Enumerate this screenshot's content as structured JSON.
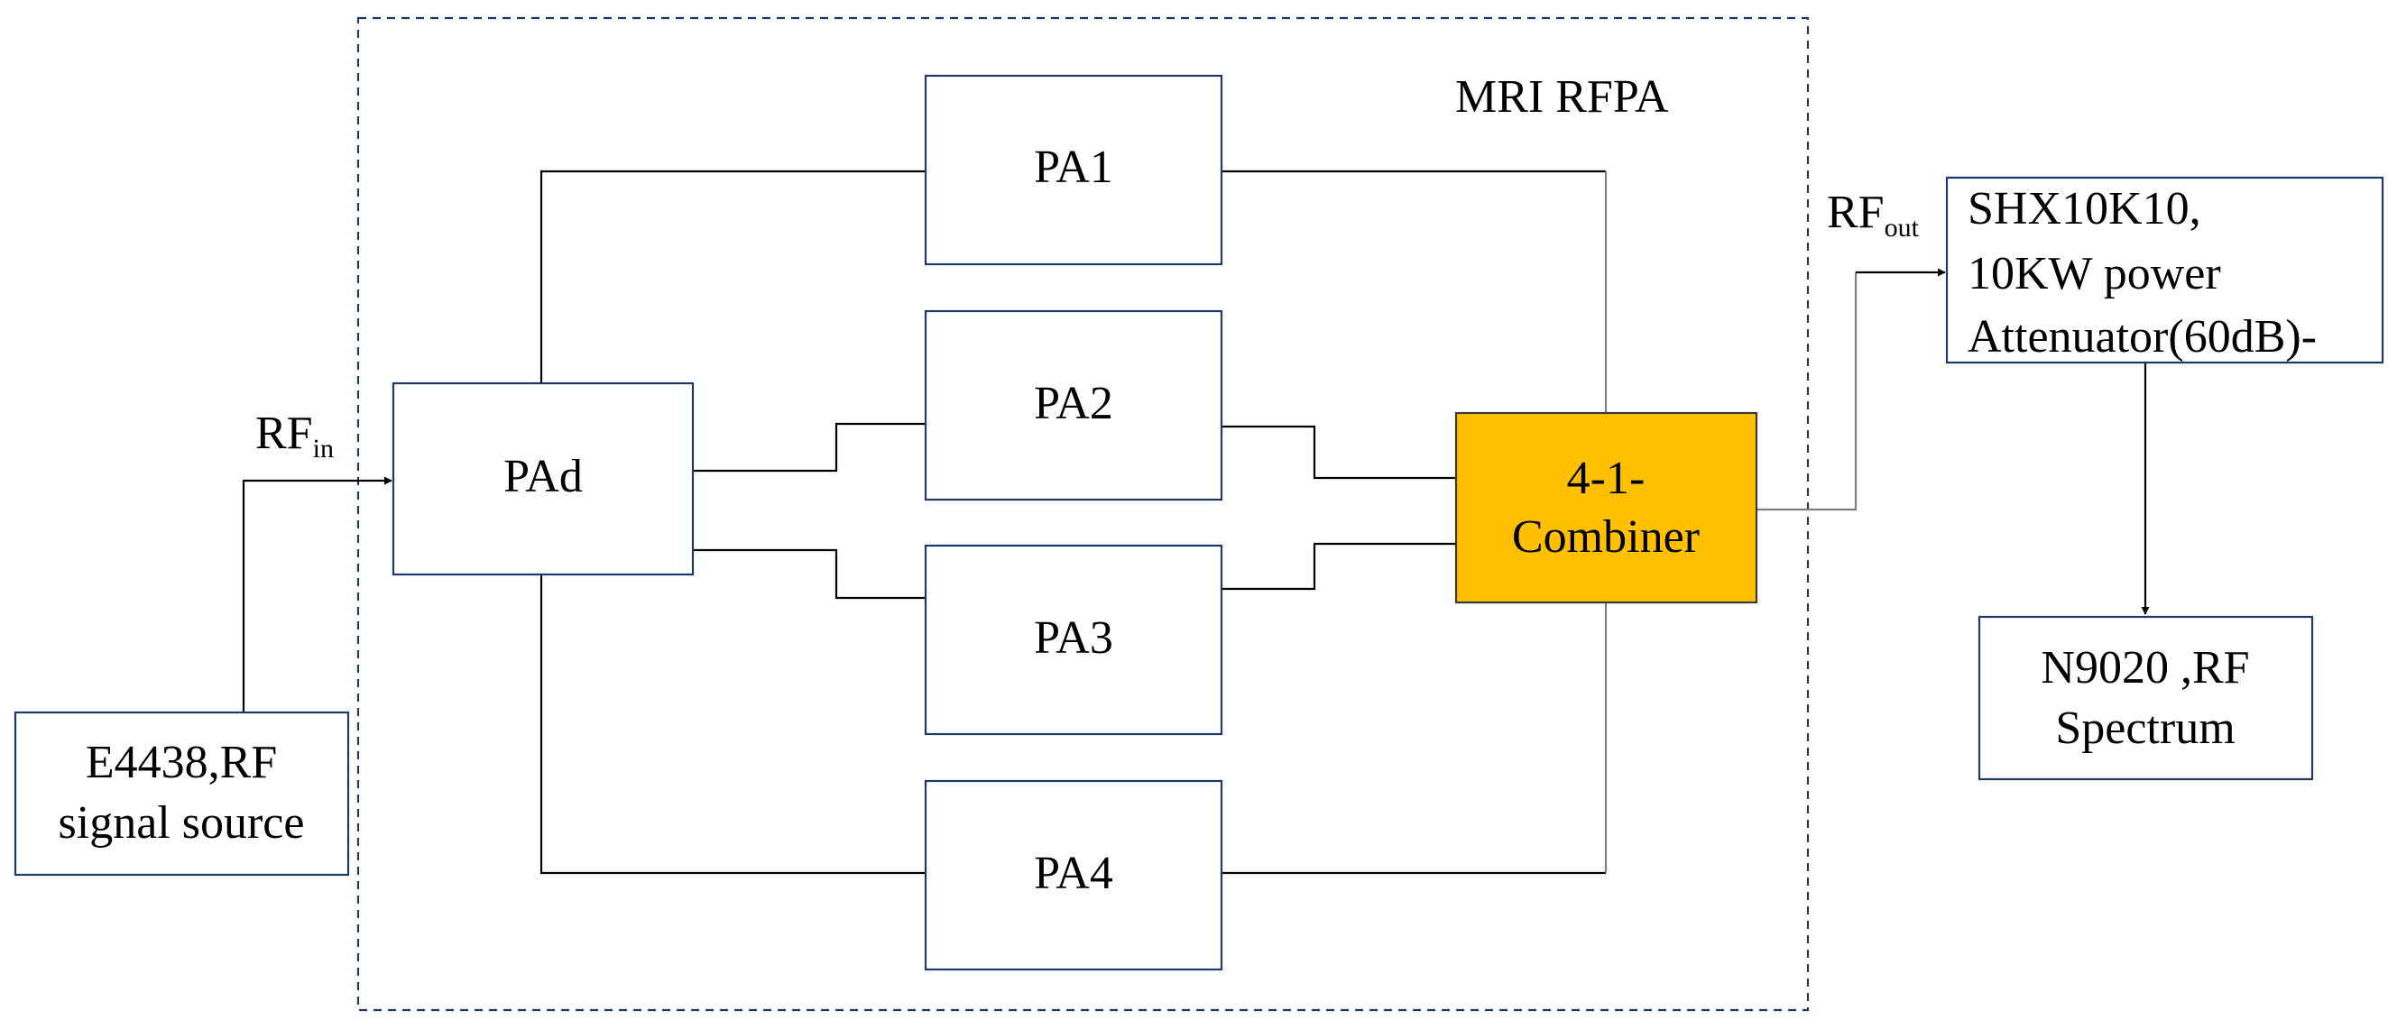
{
  "frame": {
    "label": "MRI RFPA"
  },
  "blocks": {
    "source": {
      "line1": "E4438,RF",
      "line2": "signal source"
    },
    "driver": {
      "label": "PAd"
    },
    "pa1": {
      "label": "PA1"
    },
    "pa2": {
      "label": "PA2"
    },
    "pa3": {
      "label": "PA3"
    },
    "pa4": {
      "label": "PA4"
    },
    "combiner": {
      "line1": "4-1-",
      "line2": "Combiner"
    },
    "attenuator": {
      "line1": "SHX10K10,",
      "line2": "10KW power",
      "line3": "Attenuator(60dB)-"
    },
    "analyzer": {
      "line1": "N9020 ,RF",
      "line2": "Spectrum"
    }
  },
  "signals": {
    "rf_in": {
      "base": "RF",
      "sub": "in"
    },
    "rf_out": {
      "base": "RF",
      "sub": "out"
    }
  },
  "colors": {
    "combiner_fill": "#FFC000",
    "box_stroke": "#1F3864",
    "wire": "#000000"
  }
}
